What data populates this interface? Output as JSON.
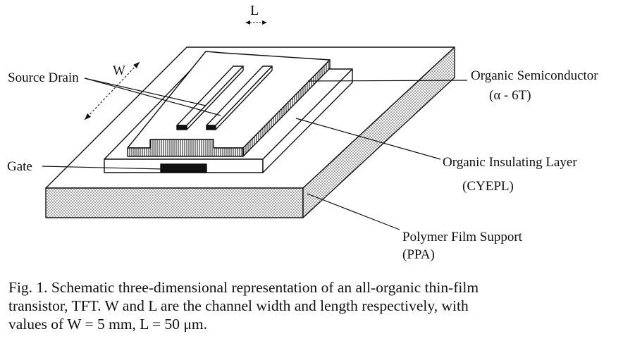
{
  "labels": {
    "length": "L",
    "width": "W",
    "source_drain": "Source Drain",
    "semiconductor": "Organic Semiconductor",
    "semiconductor_formula": "(α - 6T)",
    "insulator": "Organic Insulating Layer",
    "insulator_formula": "(CYEPL)",
    "gate": "Gate",
    "support": "Polymer Film Support",
    "support_formula": "(PPA)"
  },
  "caption": {
    "line1": "Fig. 1. Schematic three-dimensional representation of an all-organic thin-film",
    "line2": "transistor, TFT. W and L are the channel width and length respectively, with",
    "line3": "values of W = 5 mm, L = 50 μm."
  }
}
